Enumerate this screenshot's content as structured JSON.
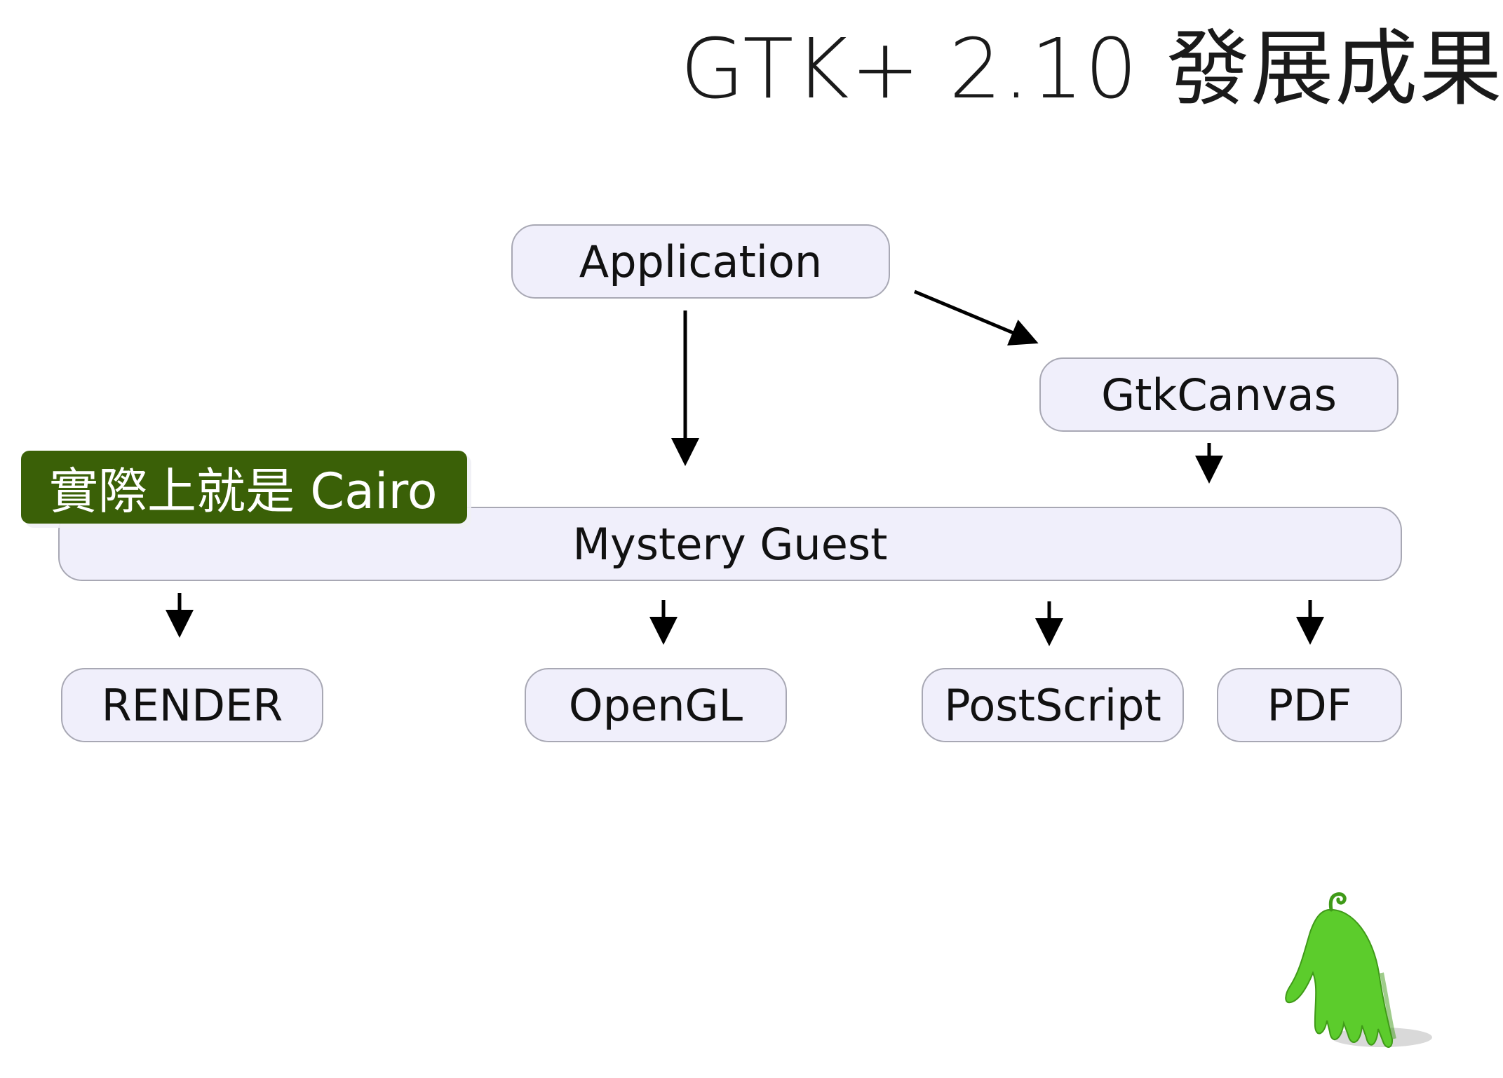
{
  "slide": {
    "title": "GTK+ 2.10 發展成果"
  },
  "diagram": {
    "nodes": {
      "application": "Application",
      "gtkcanvas": "GtkCanvas",
      "mystery_guest": "Mystery Guest",
      "render": "RENDER",
      "opengl": "OpenGL",
      "postscript": "PostScript",
      "pdf": "PDF"
    },
    "callout": "實際上就是 Cairo",
    "edges": [
      [
        "application",
        "mystery_guest"
      ],
      [
        "application",
        "gtkcanvas"
      ],
      [
        "gtkcanvas",
        "mystery_guest"
      ],
      [
        "mystery_guest",
        "render"
      ],
      [
        "mystery_guest",
        "opengl"
      ],
      [
        "mystery_guest",
        "postscript"
      ],
      [
        "mystery_guest",
        "pdf"
      ]
    ]
  },
  "colors": {
    "node_fill": "#f0effb",
    "node_border": "#a8a8b4",
    "callout_fill": "#3a6007",
    "mascot_green": "#5ccc2c"
  },
  "icons": {
    "mascot": "green-ghost-mascot-icon"
  }
}
